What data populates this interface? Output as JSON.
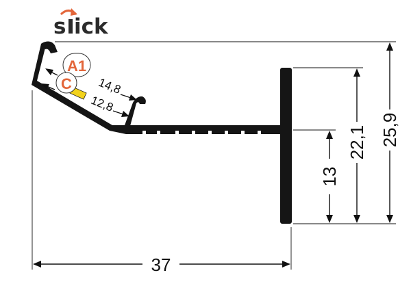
{
  "logo": {
    "text_s": "s",
    "text_rest": "ick",
    "accent_color": "#e3663a",
    "text_color": "#2b2b2b"
  },
  "labels": {
    "badge_a1": "A1",
    "badge_c": "C",
    "badge_color": "#e3663a",
    "led_color": "#f2d21c"
  },
  "dimensions": {
    "width_total": "37",
    "height_total": "25,9",
    "height_mid": "22,1",
    "height_low": "13",
    "opening_outer": "14,8",
    "opening_inner": "12,8"
  },
  "colors": {
    "profile": "#151515",
    "line": "#111111"
  }
}
